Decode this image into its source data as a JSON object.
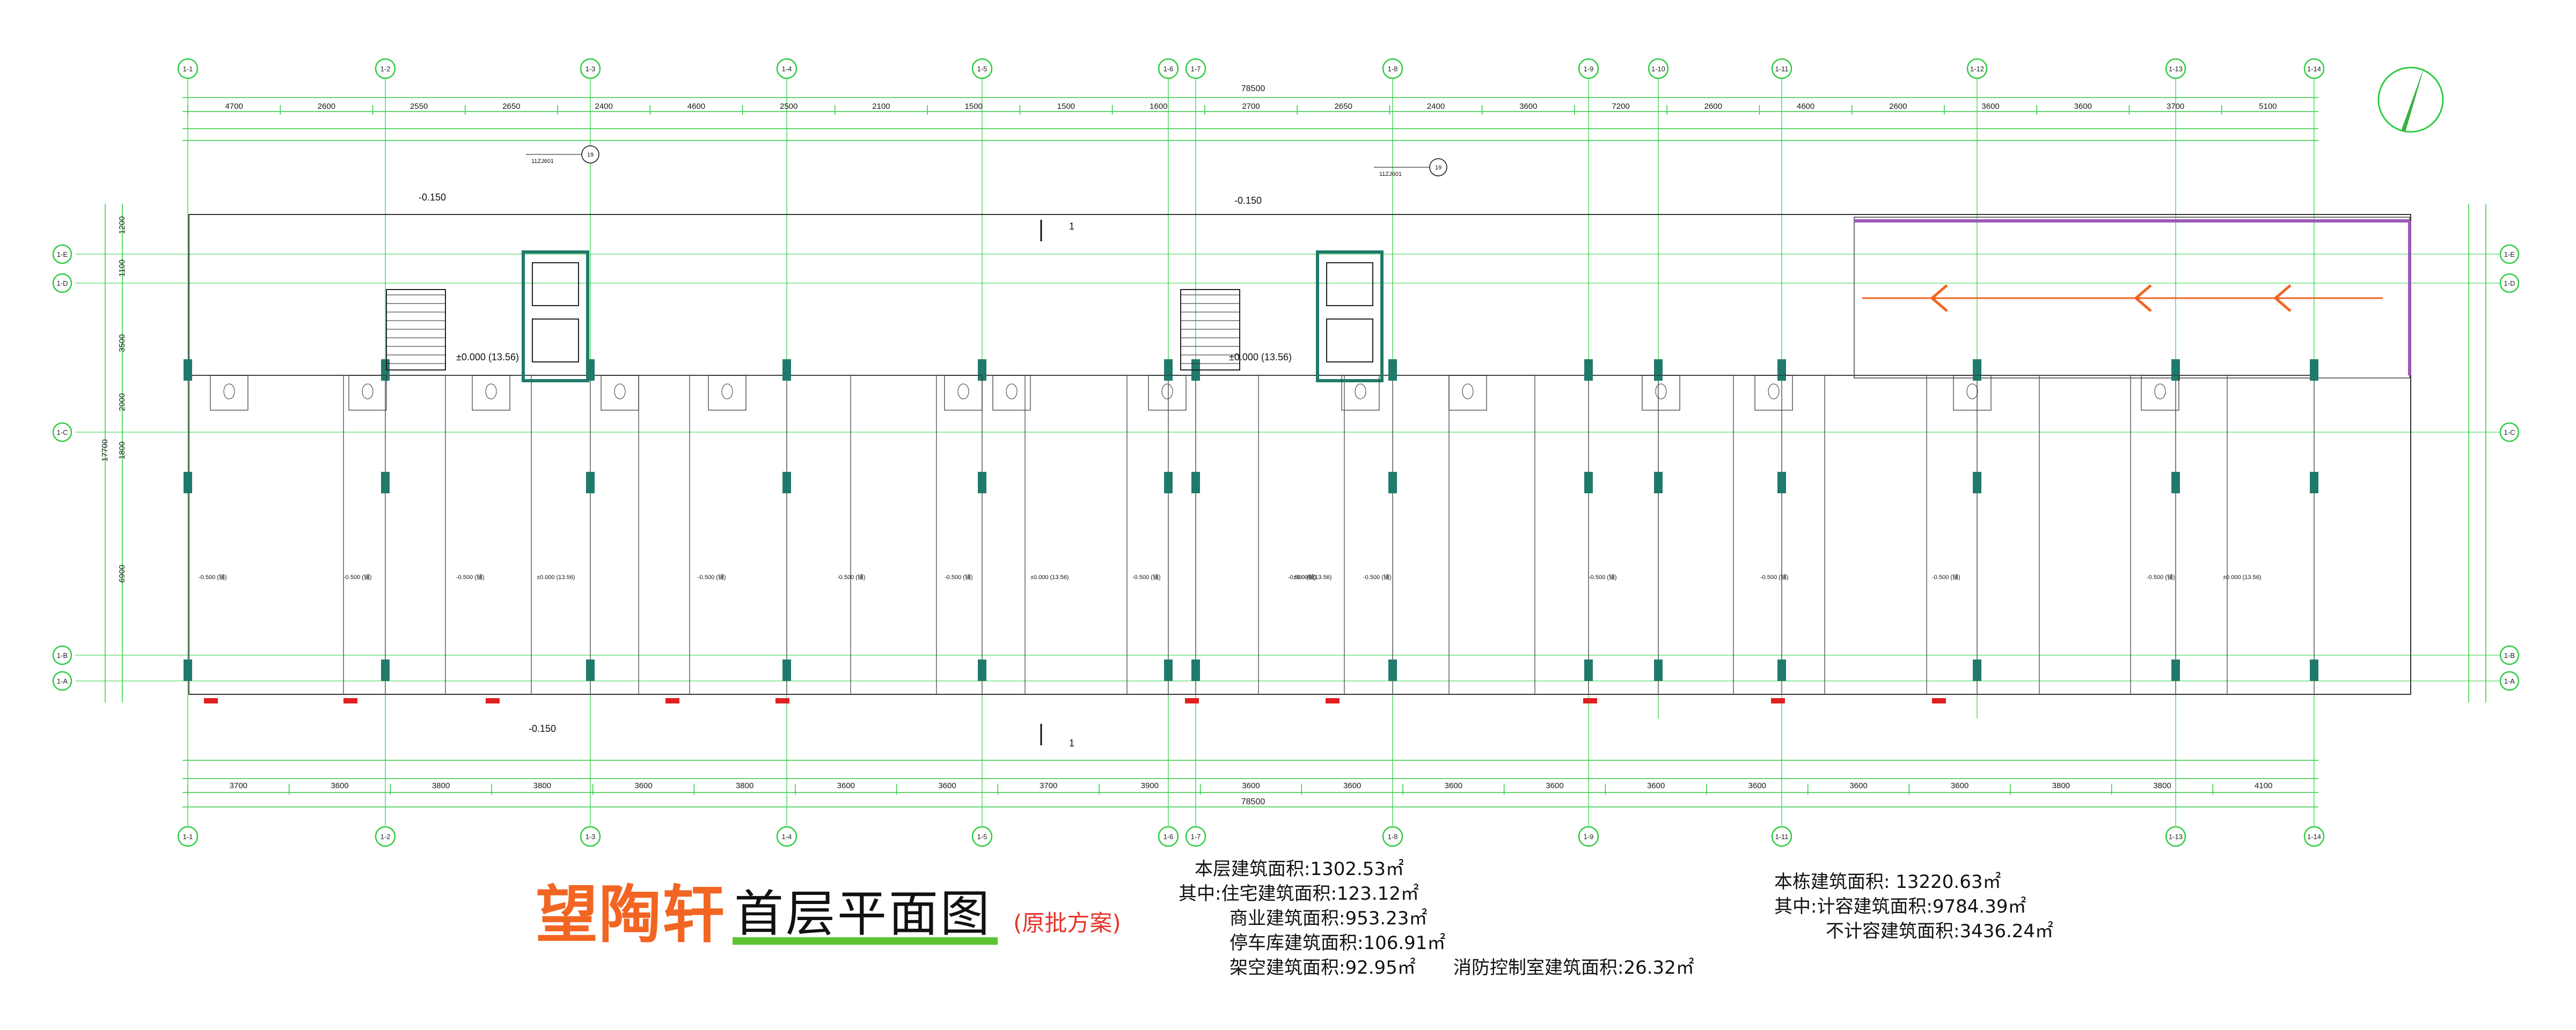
{
  "title": {
    "name": "望陶轩",
    "subtitle": "首层平面图",
    "note": "(原批方案)"
  },
  "axes_top": [
    "1-1",
    "1-2",
    "1-3",
    "1-4",
    "1-5",
    "1-6",
    "1-7",
    "1-8",
    "1-9",
    "1-10",
    "1-11",
    "1-12",
    "1-13",
    "1-14"
  ],
  "axes_bottom": [
    "1-1",
    "1-2",
    "1-3",
    "1-4",
    "1-5",
    "1-6",
    "1-7",
    "1-8",
    "1-9",
    "1-11",
    "1-13",
    "1-14"
  ],
  "axes_left": [
    "1-E",
    "1-D",
    "1-C",
    "1-B",
    "1-A"
  ],
  "total_dim": "78500",
  "dims_top_mid": [
    "4700",
    "2600",
    "2550",
    "2650",
    "2400",
    "4600",
    "2500",
    "2100",
    "1500",
    "1500",
    "1600",
    "2700",
    "2650",
    "2400",
    "3600",
    "7200",
    "2600",
    "4600",
    "2600",
    "3600",
    "3600",
    "3700",
    "5100"
  ],
  "dims_bottom_mid": [
    "3700",
    "3600",
    "3800",
    "3800",
    "3600",
    "3800",
    "3600",
    "3600",
    "3700",
    "3900",
    "3600",
    "3600",
    "3600",
    "3600",
    "3600",
    "3600",
    "3600",
    "3600",
    "3800",
    "3800",
    "4100"
  ],
  "dims_left": [
    "1200",
    "1100",
    "3500",
    "2000",
    "1800",
    "6900",
    "17700"
  ],
  "levels": [
    "-0.150",
    "±0.000 (13.56)",
    "-0.500 (铺)"
  ],
  "section_mark": "1",
  "detail_ref": "11ZJ601",
  "sheet_ref": "19",
  "stats_left": {
    "floor_area_label": "本层建筑面积:1302.53㎡",
    "residential": "其中:住宅建筑面积:123.12㎡",
    "commercial": "商业建筑面积:953.23㎡",
    "garage": "停车库建筑面积:106.91㎡",
    "overhead": "架空建筑面积:92.95㎡",
    "fire_control": "消防控制室建筑面积:26.32㎡"
  },
  "stats_right": {
    "total": "本栋建筑面积: 13220.63㎡",
    "counted": "其中:计容建筑面积:9784.39㎡",
    "uncounted": "不计容建筑面积:3436.24㎡"
  },
  "colors": {
    "title": "#f26522",
    "underline": "#5ec435",
    "note": "#e8332b",
    "grid": "#2ecc40",
    "wall": "#1f7a6b",
    "arrow": "#f26522",
    "ramp": "#9b59b6"
  }
}
